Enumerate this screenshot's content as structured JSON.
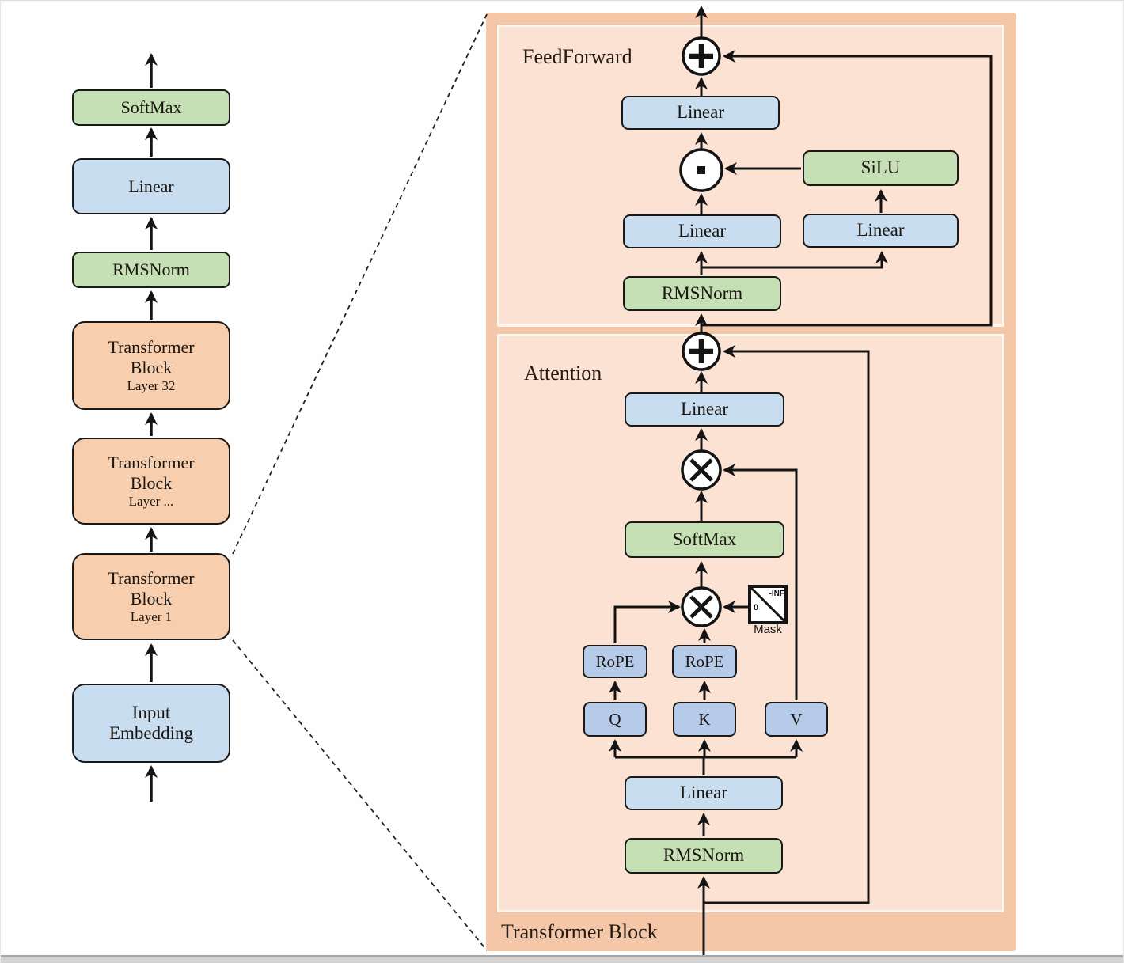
{
  "palette": {
    "panel_outer": "#f4c7a9",
    "panel_inner": "#fbe2d2",
    "box_green": "#c5e0b4",
    "box_blue_light": "#c9ddf0",
    "box_blue_medium": "#b5cbe9",
    "box_orange": "#f8cfae",
    "line_color": "#141414"
  },
  "icons": {
    "add_circle": "⊕",
    "elementwise_product_circle": "⊙",
    "matmul_circle": "⊗",
    "mask_square": "diagonal-split square"
  },
  "pipeline": {
    "softmax": "SoftMax",
    "linear": "Linear",
    "rmsnorm": "RMSNorm",
    "blocks": [
      {
        "title1": "Transformer",
        "title2": "Block",
        "layer": "Layer 32"
      },
      {
        "title1": "Transformer",
        "title2": "Block",
        "layer": "Layer ..."
      },
      {
        "title1": "Transformer",
        "title2": "Block",
        "layer": "Layer 1"
      }
    ],
    "input_line1": "Input",
    "input_line2": "Embedding"
  },
  "block_detail": {
    "title": "Transformer Block",
    "feedforward": {
      "label": "FeedForward",
      "linear_out": "Linear",
      "silu": "SiLU",
      "linear_left": "Linear",
      "linear_right": "Linear",
      "rmsnorm": "RMSNorm"
    },
    "attention": {
      "label": "Attention",
      "linear_out": "Linear",
      "softmax": "SoftMax",
      "mask_inf": "-INF",
      "mask_zero": "0",
      "mask_label": "Mask",
      "rope_left": "RoPE",
      "rope_right": "RoPE",
      "q": "Q",
      "k": "K",
      "v": "V",
      "linear_in": "Linear",
      "rmsnorm": "RMSNorm"
    }
  }
}
